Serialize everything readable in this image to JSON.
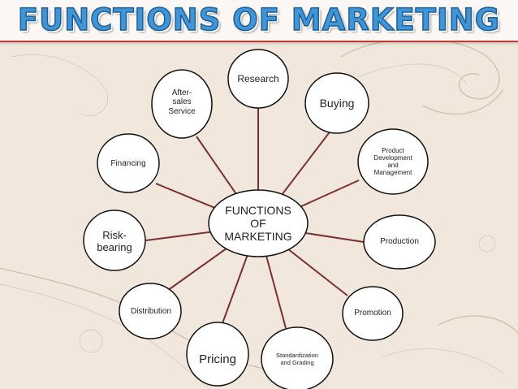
{
  "title": "FUNCTIONS OF MARKETING",
  "colors": {
    "node_fill": "#ffffff",
    "node_stroke": "#111111",
    "connector": "#7b2f2f",
    "title_blue": "#3f95d6",
    "title_border": "#c33a3a",
    "background": "#f2e7dd"
  },
  "center": {
    "label": "FUNCTIONS OF MARKETING",
    "lines": [
      "FUNCTIONS",
      "OF",
      "MARKETING"
    ]
  },
  "nodes": [
    {
      "id": "research",
      "lines": [
        "Research"
      ]
    },
    {
      "id": "buying",
      "lines": [
        "Buying"
      ]
    },
    {
      "id": "product-development",
      "lines": [
        "Product",
        "Development",
        "and",
        "Management"
      ]
    },
    {
      "id": "production",
      "lines": [
        "Production"
      ]
    },
    {
      "id": "promotion",
      "lines": [
        "Promotion"
      ]
    },
    {
      "id": "standardization",
      "lines": [
        "Standardization",
        "and Grading"
      ]
    },
    {
      "id": "pricing",
      "lines": [
        "Pricing"
      ]
    },
    {
      "id": "distribution",
      "lines": [
        "Distribution"
      ]
    },
    {
      "id": "risk-bearing",
      "lines": [
        "Risk-",
        "bearing"
      ]
    },
    {
      "id": "financing",
      "lines": [
        "Financing"
      ]
    },
    {
      "id": "after-sales",
      "lines": [
        "After-",
        "sales",
        "Service"
      ]
    }
  ]
}
